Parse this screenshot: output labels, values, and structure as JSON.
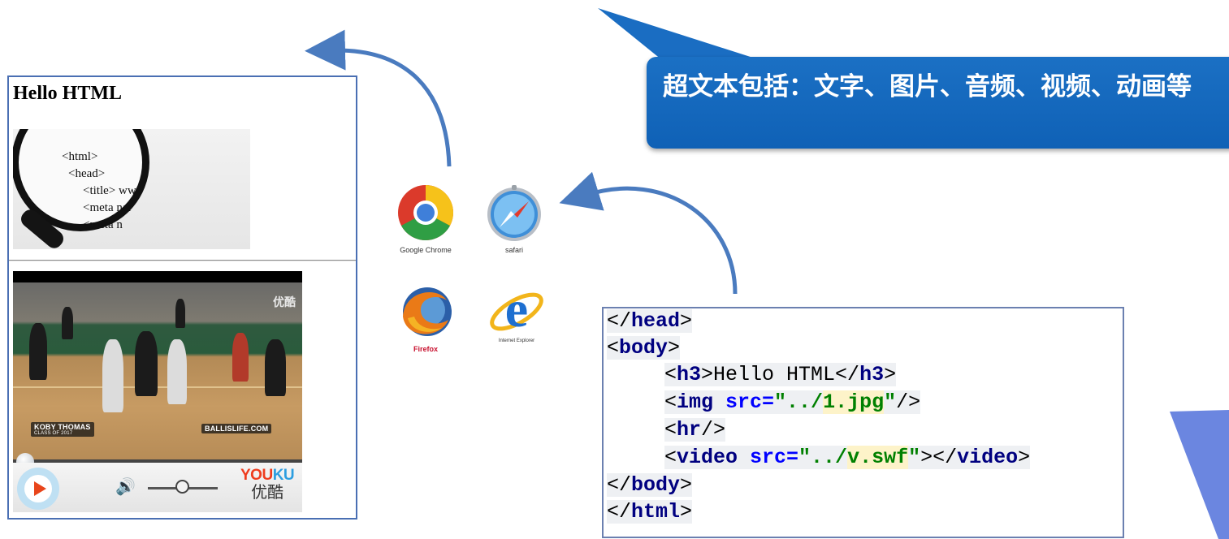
{
  "rendered_page": {
    "heading": "Hello HTML",
    "image_lines": [
      "<html>",
      "<head>",
      "<title> ww",
      "<meta nar",
      "<meta n"
    ],
    "video": {
      "watermark": "优酷",
      "player_tag": "KOBY THOMAS",
      "player_tag_sub": "CLASS OF 2017",
      "site_tag": "BALLISLIFE.COM",
      "brand_en_1": "YOU",
      "brand_en_2": "KU",
      "brand_zh": "优酷"
    }
  },
  "browsers": [
    {
      "name": "Google Chrome"
    },
    {
      "name": "safari"
    },
    {
      "name": "Firefox"
    },
    {
      "name": "Internet Explorer"
    }
  ],
  "callout": {
    "text": "超文本包括：文字、图片、音频、视频、动画等"
  },
  "code": {
    "l1_close": "</",
    "l1_tag": "head",
    "l1_end": ">",
    "l2_open": "<",
    "l2_tag": "body",
    "l2_end": ">",
    "l3_open": "<",
    "l3_tag": "h3",
    "l3_mid": ">Hello HTML</",
    "l3_tag2": "h3",
    "l3_end": ">",
    "l4_open": "<",
    "l4_tag": "img",
    "l4_attr": " src=",
    "l4_str1": "\"../",
    "l4_str_hl": "1.jpg",
    "l4_str2": "\"",
    "l4_end": "/>",
    "l5_open": "<",
    "l5_tag": "hr",
    "l5_end": "/>",
    "l6_open": "<",
    "l6_tag": "video",
    "l6_attr": " src=",
    "l6_str1": "\"../",
    "l6_str_hl": "v.swf",
    "l6_str2": "\"",
    "l6_mid": "></",
    "l6_tag2": "video",
    "l6_end": ">",
    "l7_close": "</",
    "l7_tag": "body",
    "l7_end": ">",
    "l8_close": "</",
    "l8_tag": "html",
    "l8_end": ">"
  },
  "colors": {
    "callout_bg": "#0f61b6",
    "arrow": "#4a7bbf",
    "box_border": "#4a6fb3",
    "deco": "#6b86e0"
  }
}
